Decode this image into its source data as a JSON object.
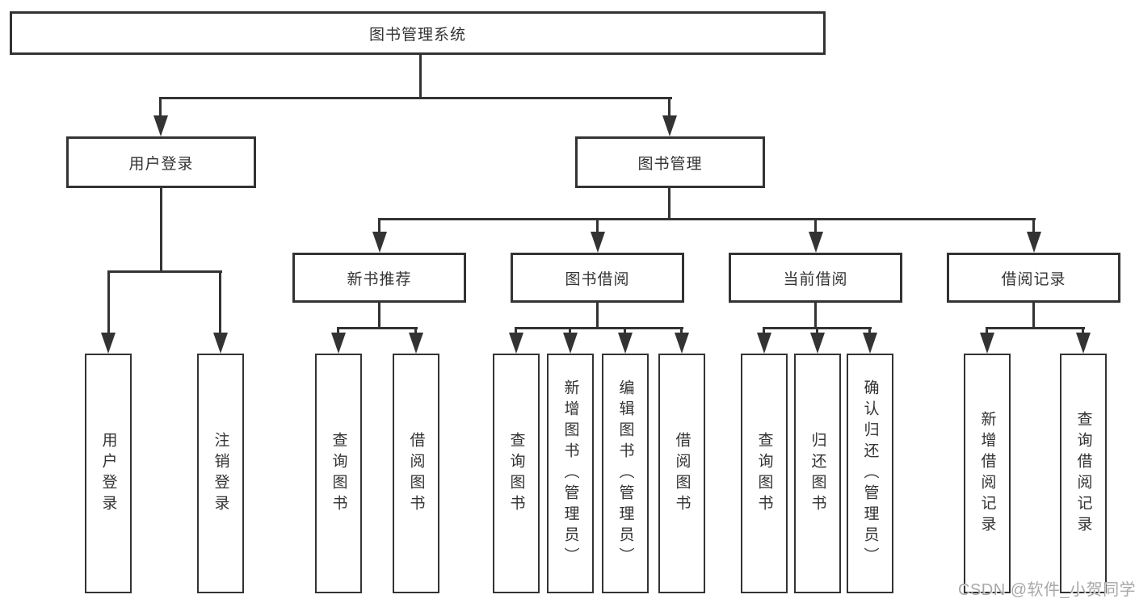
{
  "diagram": {
    "title": "图书管理系统",
    "root": {
      "label": "图书管理系统"
    },
    "level2": [
      {
        "label": "用户登录"
      },
      {
        "label": "图书管理"
      }
    ],
    "level3": [
      {
        "label": "新书推荐",
        "parent": "图书管理"
      },
      {
        "label": "图书借阅",
        "parent": "图书管理"
      },
      {
        "label": "当前借阅",
        "parent": "图书管理"
      },
      {
        "label": "借阅记录",
        "parent": "图书管理"
      }
    ],
    "leaves": [
      {
        "label": "用户登录",
        "parent": "用户登录"
      },
      {
        "label": "注销登录",
        "parent": "用户登录"
      },
      {
        "label": "查询图书",
        "parent": "新书推荐"
      },
      {
        "label": "借阅图书",
        "parent": "新书推荐"
      },
      {
        "label": "查询图书",
        "parent": "图书借阅"
      },
      {
        "label": "新增图书（管理员）",
        "parent": "图书借阅"
      },
      {
        "label": "编辑图书（管理员）",
        "parent": "图书借阅"
      },
      {
        "label": "借阅图书",
        "parent": "图书借阅"
      },
      {
        "label": "查询图书",
        "parent": "当前借阅"
      },
      {
        "label": "归还图书",
        "parent": "当前借阅"
      },
      {
        "label": "确认归还（管理员）",
        "parent": "当前借阅"
      },
      {
        "label": "新增借阅记录",
        "parent": "借阅记录"
      },
      {
        "label": "查询借阅记录",
        "parent": "借阅记录"
      }
    ],
    "watermark": "CSDN @软件_小贺同学",
    "colors": {
      "line": "#333333",
      "text": "#333333",
      "watermark": "#a8a8a8",
      "background": "#ffffff"
    }
  }
}
